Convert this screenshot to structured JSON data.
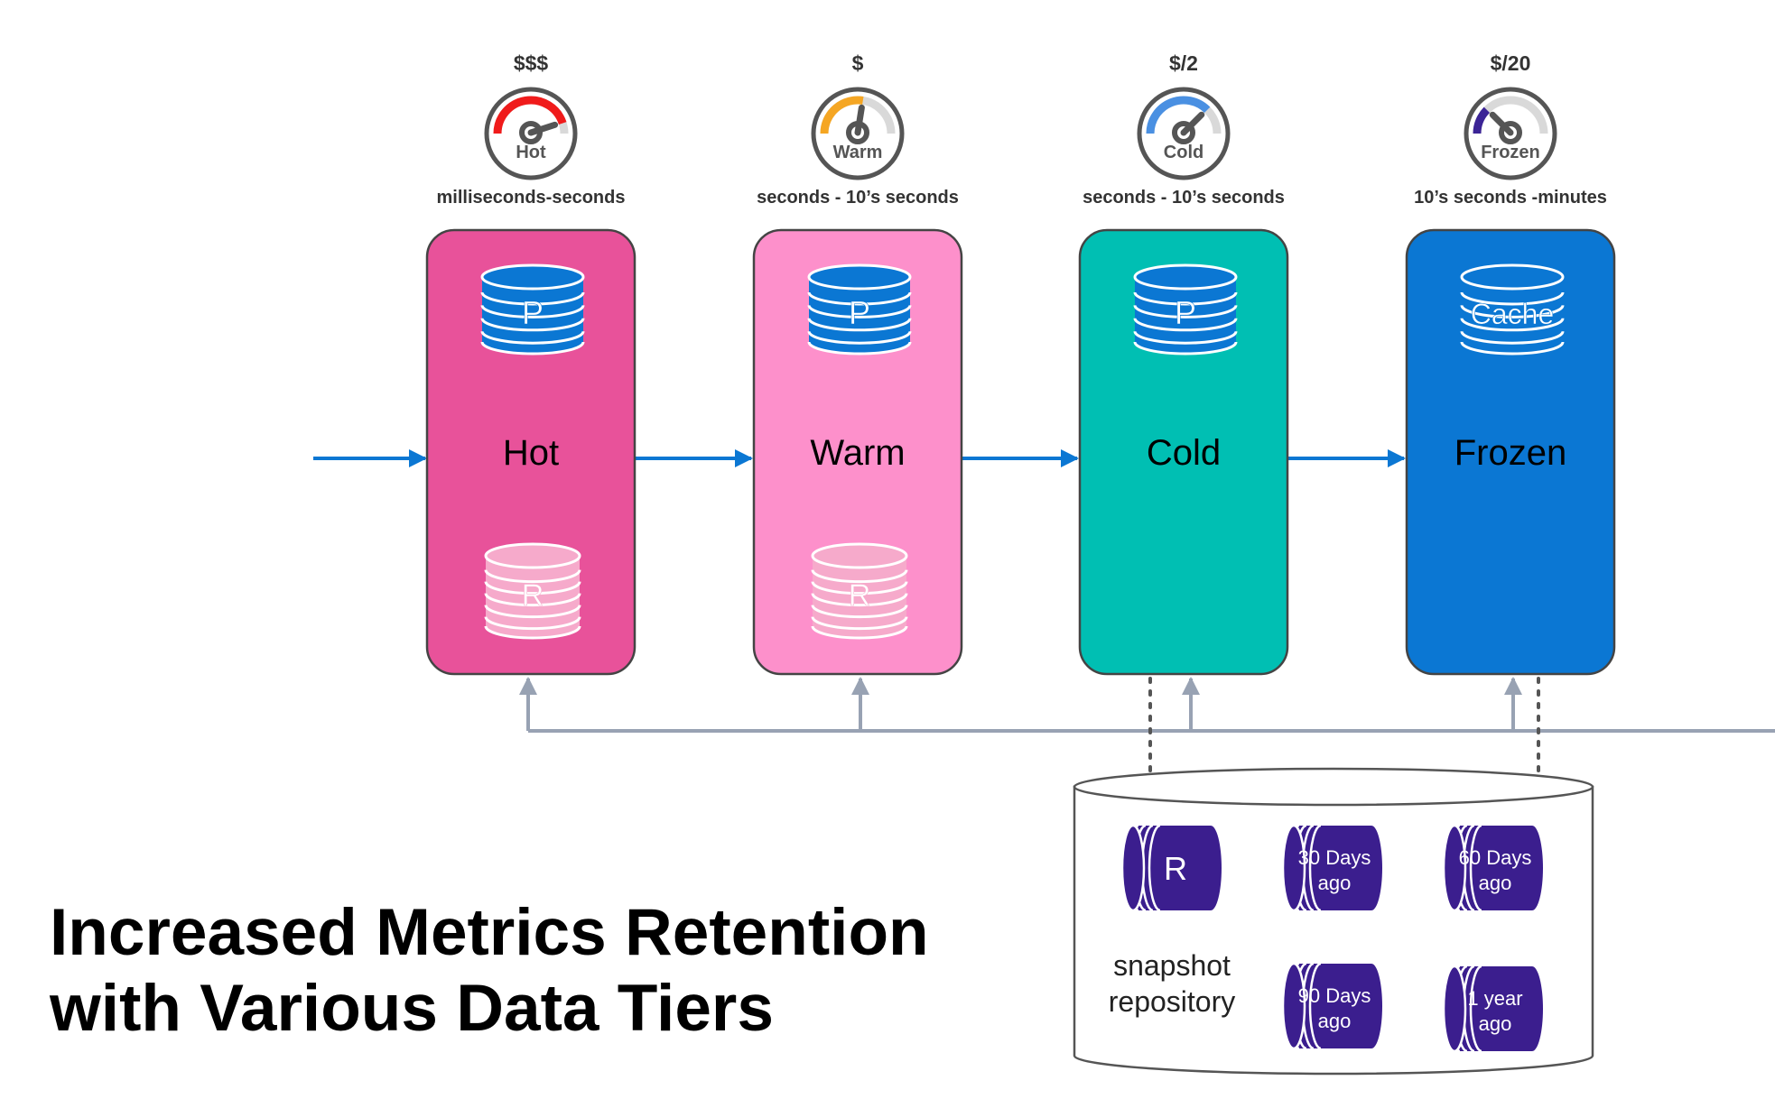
{
  "tiers": [
    {
      "id": "hot",
      "cost": "$$$",
      "gauge_label": "Hot",
      "latency": "milliseconds-seconds",
      "name": "Hot",
      "fill": "#E8529A",
      "gauge_color": "#F01B1B",
      "gauge_level": 0.9,
      "primary_label": "P",
      "replica_label": "R",
      "has_replica": true
    },
    {
      "id": "warm",
      "cost": "$",
      "gauge_label": "Warm",
      "latency": "seconds - 10’s seconds",
      "name": "Warm",
      "fill": "#FD90CB",
      "gauge_color": "#F5A623",
      "gauge_level": 0.55,
      "primary_label": "P",
      "replica_label": "R",
      "has_replica": true
    },
    {
      "id": "cold",
      "cost": "$/2",
      "gauge_label": "Cold",
      "latency": "seconds - 10’s seconds",
      "name": "Cold",
      "fill": "#00BFB3",
      "gauge_color": "#4A90E2",
      "gauge_level": 0.75,
      "primary_label": "P",
      "replica_label": "",
      "has_replica": false
    },
    {
      "id": "frozen",
      "cost": "$/20",
      "gauge_label": "Frozen",
      "latency": "10’s seconds -minutes",
      "name": "Frozen",
      "fill": "#0B77D3",
      "gauge_color": "#3B2496",
      "gauge_level": 0.25,
      "primary_label": "Cache",
      "replica_label": "",
      "has_replica": false
    }
  ],
  "snapshot": {
    "label_line1": "snapshot",
    "label_line2": "repository",
    "items": [
      {
        "line1": "R",
        "line2": ""
      },
      {
        "line1": "30 Days",
        "line2": "ago"
      },
      {
        "line1": "60 Days",
        "line2": "ago"
      },
      {
        "line1": "90 Days",
        "line2": "ago"
      },
      {
        "line1": "1 year",
        "line2": "ago"
      }
    ]
  },
  "headline": {
    "line1": "Increased Metrics Retention",
    "line2": "with Various Data Tiers"
  },
  "colors": {
    "flow_arrow": "#0B77D3",
    "return_line": "#98A2B3",
    "primary_disk": "#0B77D3",
    "replica_disk": "#F6AACB",
    "snapshot_disk": "#3B1E8E",
    "outline": "#444444"
  }
}
